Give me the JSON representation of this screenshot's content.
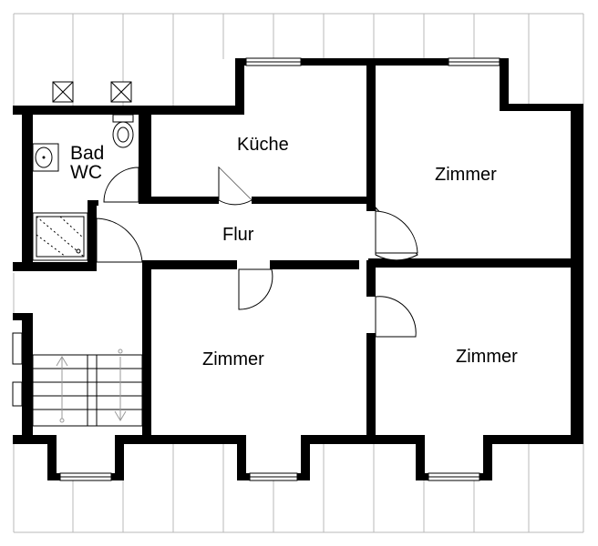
{
  "rooms": {
    "bad": "Bad",
    "wc": "WC",
    "kueche": "Küche",
    "zimmer_top_right": "Zimmer",
    "flur": "Flur",
    "zimmer_bottom_left": "Zimmer",
    "zimmer_bottom_right": "Zimmer"
  }
}
